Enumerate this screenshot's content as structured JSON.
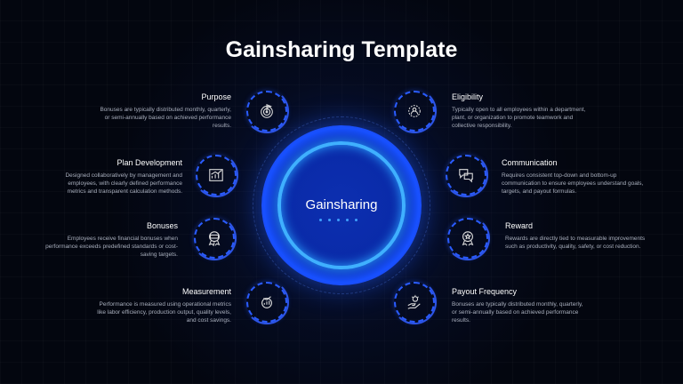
{
  "title": "Gainsharing Template",
  "center": {
    "label": "Gainsharing"
  },
  "items": [
    {
      "title": "Purpose",
      "desc": "Bonuses are typically distributed monthly, quarterly, or semi-annually based on achieved performance results.",
      "icon": "target-icon"
    },
    {
      "title": "Plan Development",
      "desc": "Designed collaboratively by management and employees, with clearly defined performance metrics and transparent calculation methods.",
      "icon": "chart-board-icon"
    },
    {
      "title": "Bonuses",
      "desc": "Employees receive financial bonuses when performance exceeds predefined standards or cost-saving targets.",
      "icon": "badge-icon"
    },
    {
      "title": "Measurement",
      "desc": "Performance is measured using operational metrics like labor efficiency, production output, quality levels, and cost savings.",
      "icon": "gear-chart-icon"
    },
    {
      "title": "Eligibility",
      "desc": "Typically open to all employees within a department, plant, or organization to promote teamwork and collective responsibility.",
      "icon": "team-gear-icon"
    },
    {
      "title": "Communication",
      "desc": "Requires consistent top-down and bottom-up communication to ensure employees understand goals, targets, and payout formulas.",
      "icon": "chat-icon"
    },
    {
      "title": "Reward",
      "desc": "Rewards are directly tied to measurable improvements such as productivity, quality, safety, or cost reduction.",
      "icon": "award-icon"
    },
    {
      "title": "Payout Frequency",
      "desc": "Bonuses are typically distributed monthly, quarterly, or semi-annually based on achieved performance results.",
      "icon": "hand-idea-icon"
    }
  ]
}
